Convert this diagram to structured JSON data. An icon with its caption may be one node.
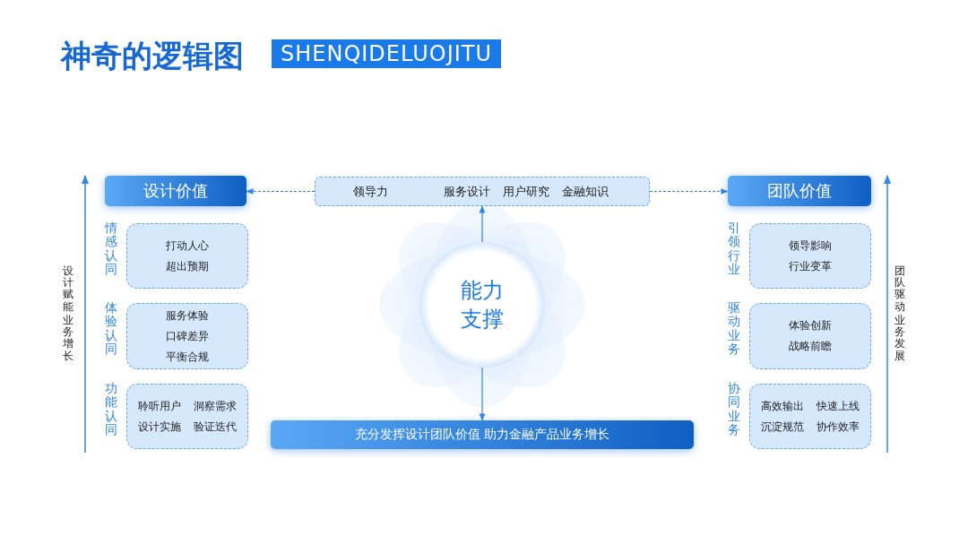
{
  "diagram": {
    "title": "神奇的逻辑图",
    "nodes": [
      {
        "text": [
          "设计价值"
        ]
      },
      {
        "text": [
          "领导力",
          "服务设计",
          "用户研究",
          "金融知识"
        ]
      },
      {
        "text": [
          "团队价值"
        ]
      },
      {
        "text": [
          "能力支撑"
        ]
      },
      {
        "text": [
          "充分发挥设计团队价值 助力金融产品业务增长"
        ]
      },
      {
        "text": [
          "打动人心",
          "超出预期"
        ],
        "beside": [
          "情感认同"
        ]
      },
      {
        "text": [
          "服务体验",
          "口碑差异",
          "平衡合规"
        ],
        "beside": [
          "体验认同"
        ]
      },
      {
        "text": [
          "聆听用户",
          "洞察需求",
          "设计实施",
          "验证迭代"
        ],
        "beside": [
          "功能认同"
        ]
      },
      {
        "text": [
          "领导影响",
          "行业变革"
        ],
        "beside": [
          "引领行业"
        ]
      },
      {
        "text": [
          "体验创新",
          "战略前瞻"
        ],
        "beside": [
          "驱动业务"
        ]
      },
      {
        "text": [
          "高效输出",
          "快速上线",
          "沉淀规范",
          "协作效率"
        ],
        "beside": [
          "协同业务"
        ]
      }
    ],
    "edges": [
      {
        "from": 1,
        "to": 0,
        "arrow": "to",
        "style": "dashed"
      },
      {
        "from": 1,
        "to": 2,
        "arrow": "to",
        "style": "dashed"
      },
      {
        "from": 3,
        "to": 1,
        "arrow": "to"
      },
      {
        "from": 3,
        "to": 4,
        "arrow": "to"
      }
    ],
    "labels": [
      "SHENQIDELUOJITU",
      "设计赋能",
      "业务增长",
      "团队驱动",
      "业务发展"
    ]
  }
}
